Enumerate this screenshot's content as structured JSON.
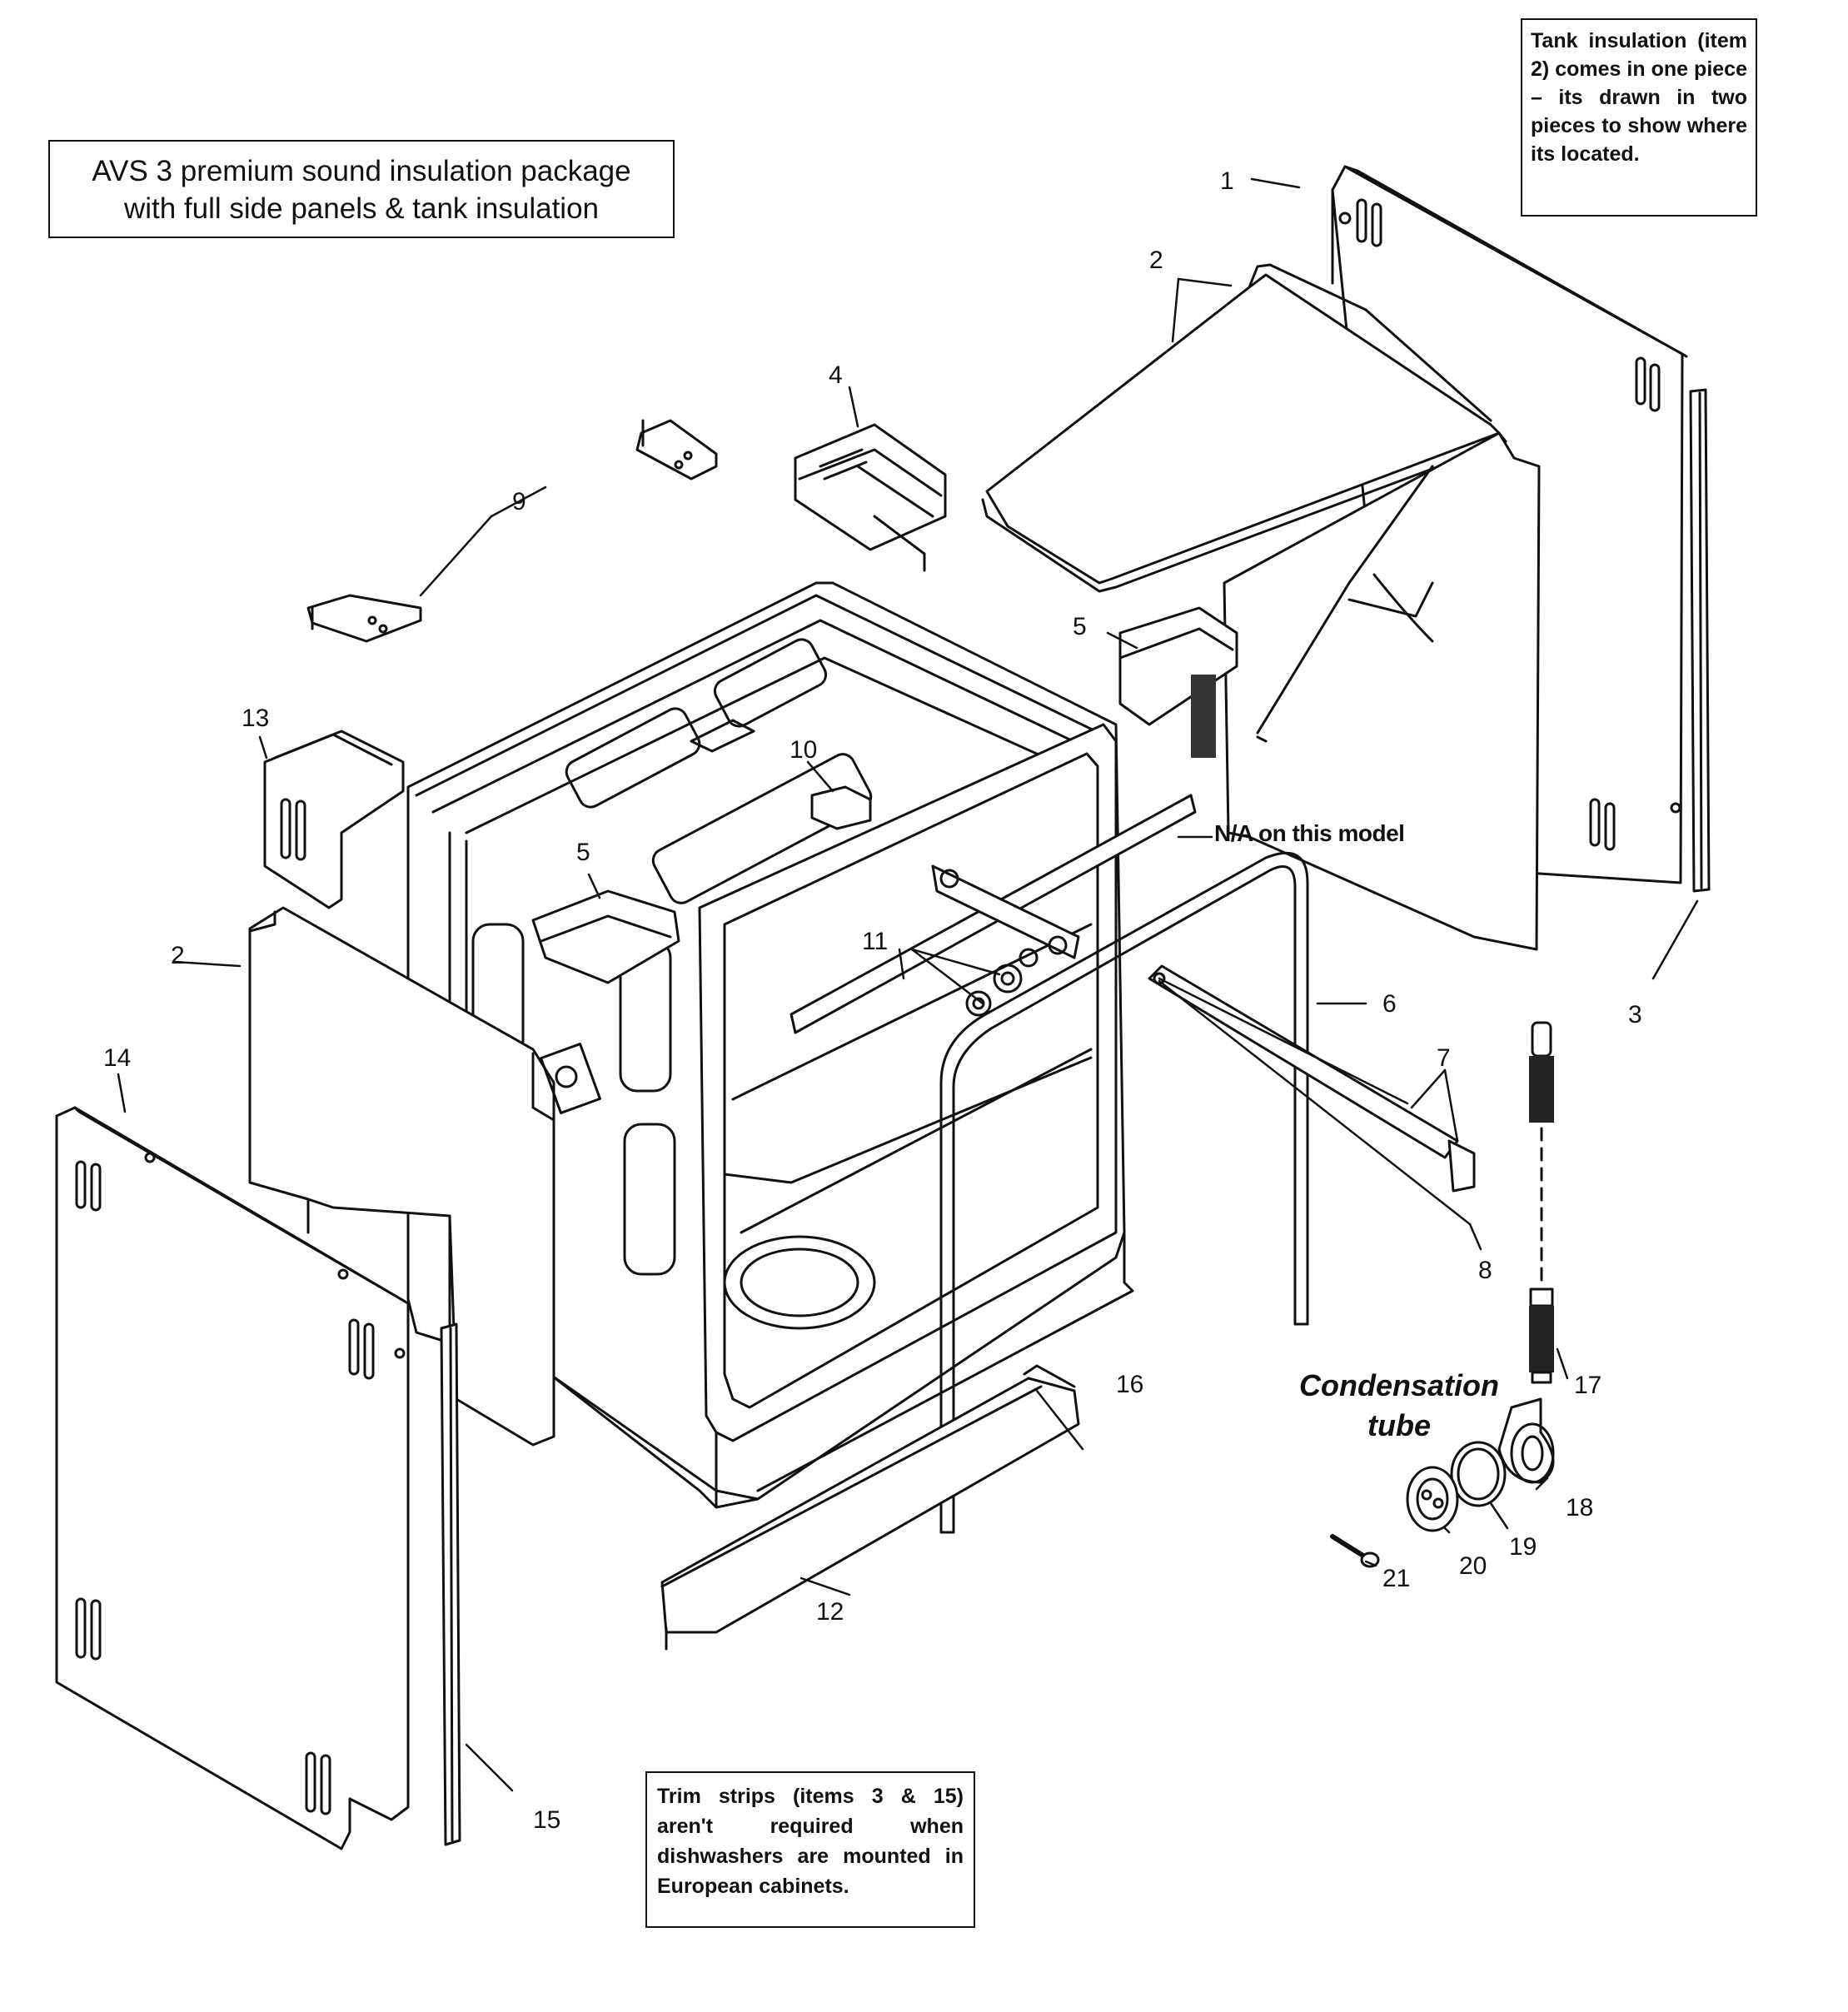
{
  "title_box": {
    "line1": "AVS 3 premium sound insulation package",
    "line2": "with full side panels & tank insulation"
  },
  "tank_note": "Tank insulation (item 2) comes in one piece – its drawn in two pieces to show where its located.",
  "trim_note": "Trim strips (items 3 & 15) aren't required when dishwashers are mounted in European cabinets.",
  "condensation": {
    "line1": "Condensation",
    "line2": "tube"
  },
  "na_note": "N/A on this model",
  "callouts": {
    "c1": "1",
    "c2_top": "2",
    "c2_left": "2",
    "c3": "3",
    "c4": "4",
    "c5_right": "5",
    "c5_left": "5",
    "c6": "6",
    "c7": "7",
    "c8": "8",
    "c9": "9",
    "c10": "10",
    "c11": "11",
    "c12": "12",
    "c13": "13",
    "c14": "14",
    "c15": "15",
    "c16": "16",
    "c17": "17",
    "c18": "18",
    "c19": "19",
    "c20": "20",
    "c21": "21"
  }
}
